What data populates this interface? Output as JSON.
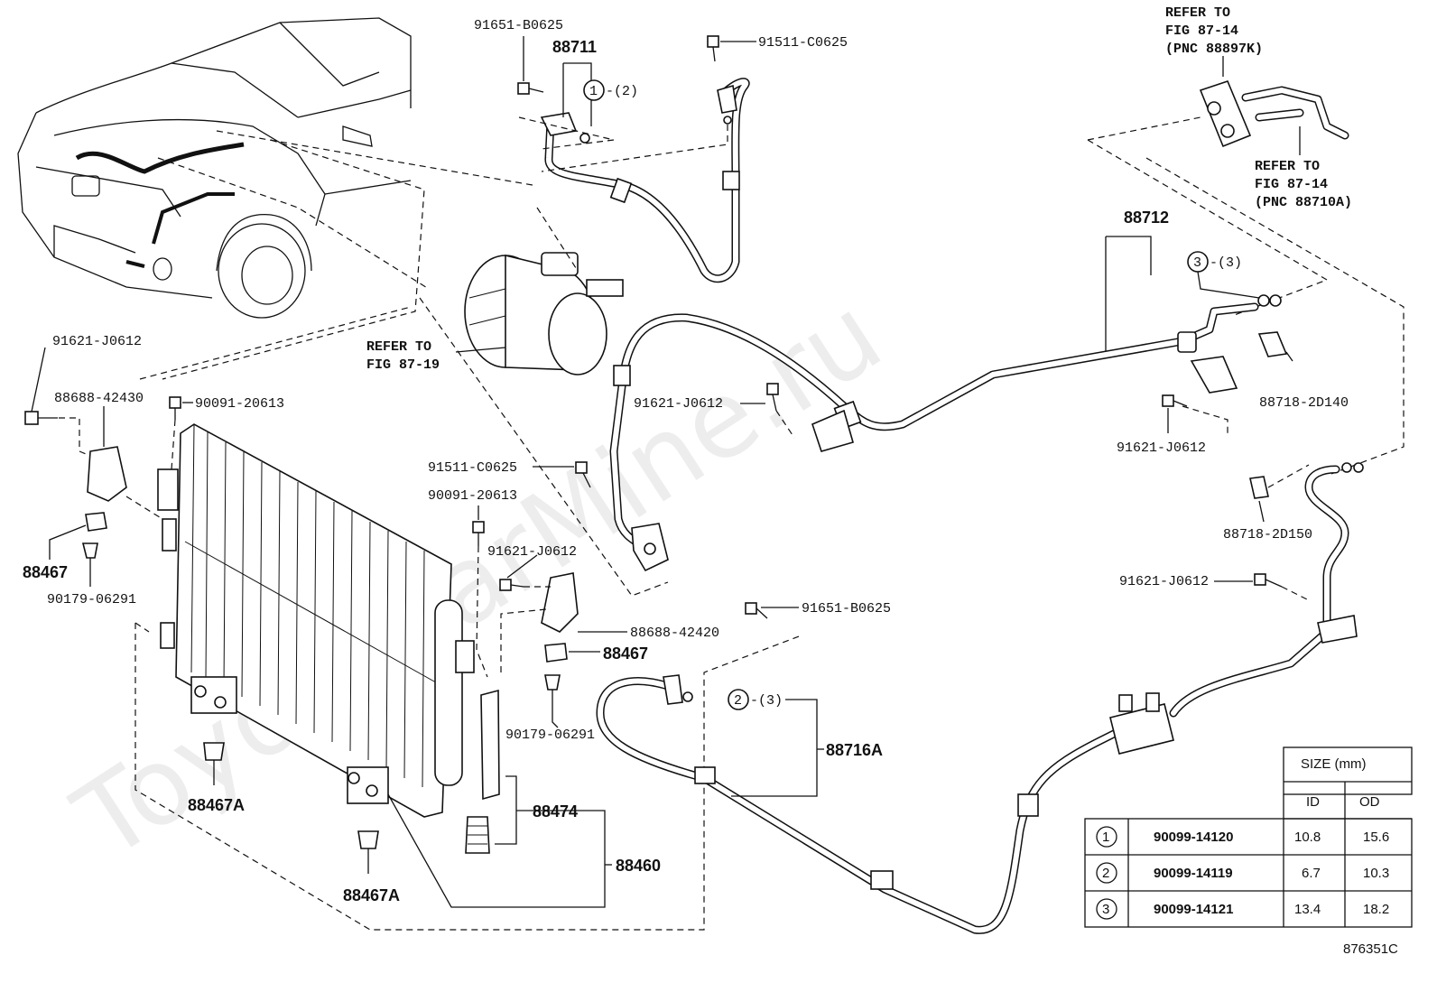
{
  "watermark": "ToyotaCarMine.ru",
  "figure_id": "876351C",
  "refer_notes": {
    "fig_87_19": {
      "line1": "REFER TO",
      "line2": "FIG 87-19"
    },
    "pnc_88897k": {
      "line1": "REFER TO",
      "line2": "FIG 87-14",
      "line3": "(PNC 88897K)"
    },
    "pnc_88710a": {
      "line1": "REFER TO",
      "line2": "FIG 87-14",
      "line3": "(PNC 88710A)"
    }
  },
  "parts": {
    "p91651_b0625_top": "91651-B0625",
    "p88711": "88711",
    "c1_note": "-(2)",
    "p91511_c0625_top": "91511-C0625",
    "p88712": "88712",
    "c3_note": "-(3)",
    "p88718_2d140": "88718-2D140",
    "p91621_j0612_right": "91621-J0612",
    "p91621_j0612_mid": "91621-J0612",
    "p91621_j0612_left": "91621-J0612",
    "p88688_42430": "88688-42430",
    "p90091_20613_a": "90091-20613",
    "p88467_left": "88467",
    "p90179_06291_left": "90179-06291",
    "p91511_c0625_mid": "91511-C0625",
    "p90091_20613_b": "90091-20613",
    "p91621_j0612_cond": "91621-J0612",
    "p88688_42420": "88688-42420",
    "p88467_mid": "88467",
    "p90179_06291_mid": "90179-06291",
    "p91651_b0625_low": "91651-B0625",
    "c2_note": "-(3)",
    "p88716a": "88716A",
    "p88718_2d150": "88718-2D150",
    "p91621_j0612_low": "91621-J0612",
    "p88467a_1": "88467A",
    "p88467a_2": "88467A",
    "p88474": "88474",
    "p88460": "88460"
  },
  "circles": {
    "c1": "1",
    "c2": "2",
    "c3": "3"
  },
  "size_table": {
    "title": "SIZE (mm)",
    "col_id": "ID",
    "col_od": "OD",
    "rows": [
      {
        "num": "1",
        "part": "90099-14120",
        "id": "10.8",
        "od": "15.6"
      },
      {
        "num": "2",
        "part": "90099-14119",
        "id": "6.7",
        "od": "10.3"
      },
      {
        "num": "3",
        "part": "90099-14121",
        "id": "13.4",
        "od": "18.2"
      }
    ]
  }
}
